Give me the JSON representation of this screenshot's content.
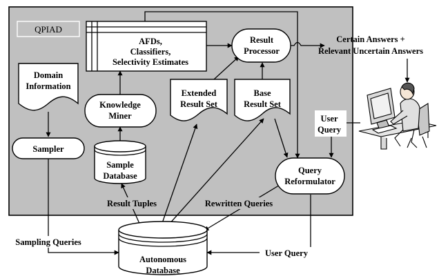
{
  "colors": {
    "panel_fill": "#c0c0c0",
    "node_fill": "#ffffff",
    "stroke": "#000000"
  },
  "panel": {
    "label": "QPIAD"
  },
  "nodes": {
    "afds": [
      "AFDs,",
      "Classifiers,",
      "Selectivity Estimates"
    ],
    "result_processor": [
      "Result",
      "Processor"
    ],
    "domain_information": [
      "Domain",
      "Information"
    ],
    "knowledge_miner": [
      "Knowledge",
      "Miner"
    ],
    "extended_result_set": [
      "Extended",
      "Result Set"
    ],
    "base_result_set": [
      "Base",
      "Result Set"
    ],
    "sampler": "Sampler",
    "sample_database": [
      "Sample",
      "Database"
    ],
    "query_reformulator": [
      "Query",
      "Reformulator"
    ],
    "autonomous_database": [
      "Autonomous",
      "Database"
    ]
  },
  "edge_labels": {
    "answers": [
      "Certain Answers +",
      "Relevant Uncertain Answers"
    ],
    "user_query_side": [
      "User",
      "Query"
    ],
    "result_tuples": "Result Tuples",
    "rewritten_queries": "Rewritten Queries",
    "sampling_queries": "Sampling Queries",
    "user_query_bottom": "User Query"
  },
  "icons": [
    "user-at-computer-icon"
  ]
}
